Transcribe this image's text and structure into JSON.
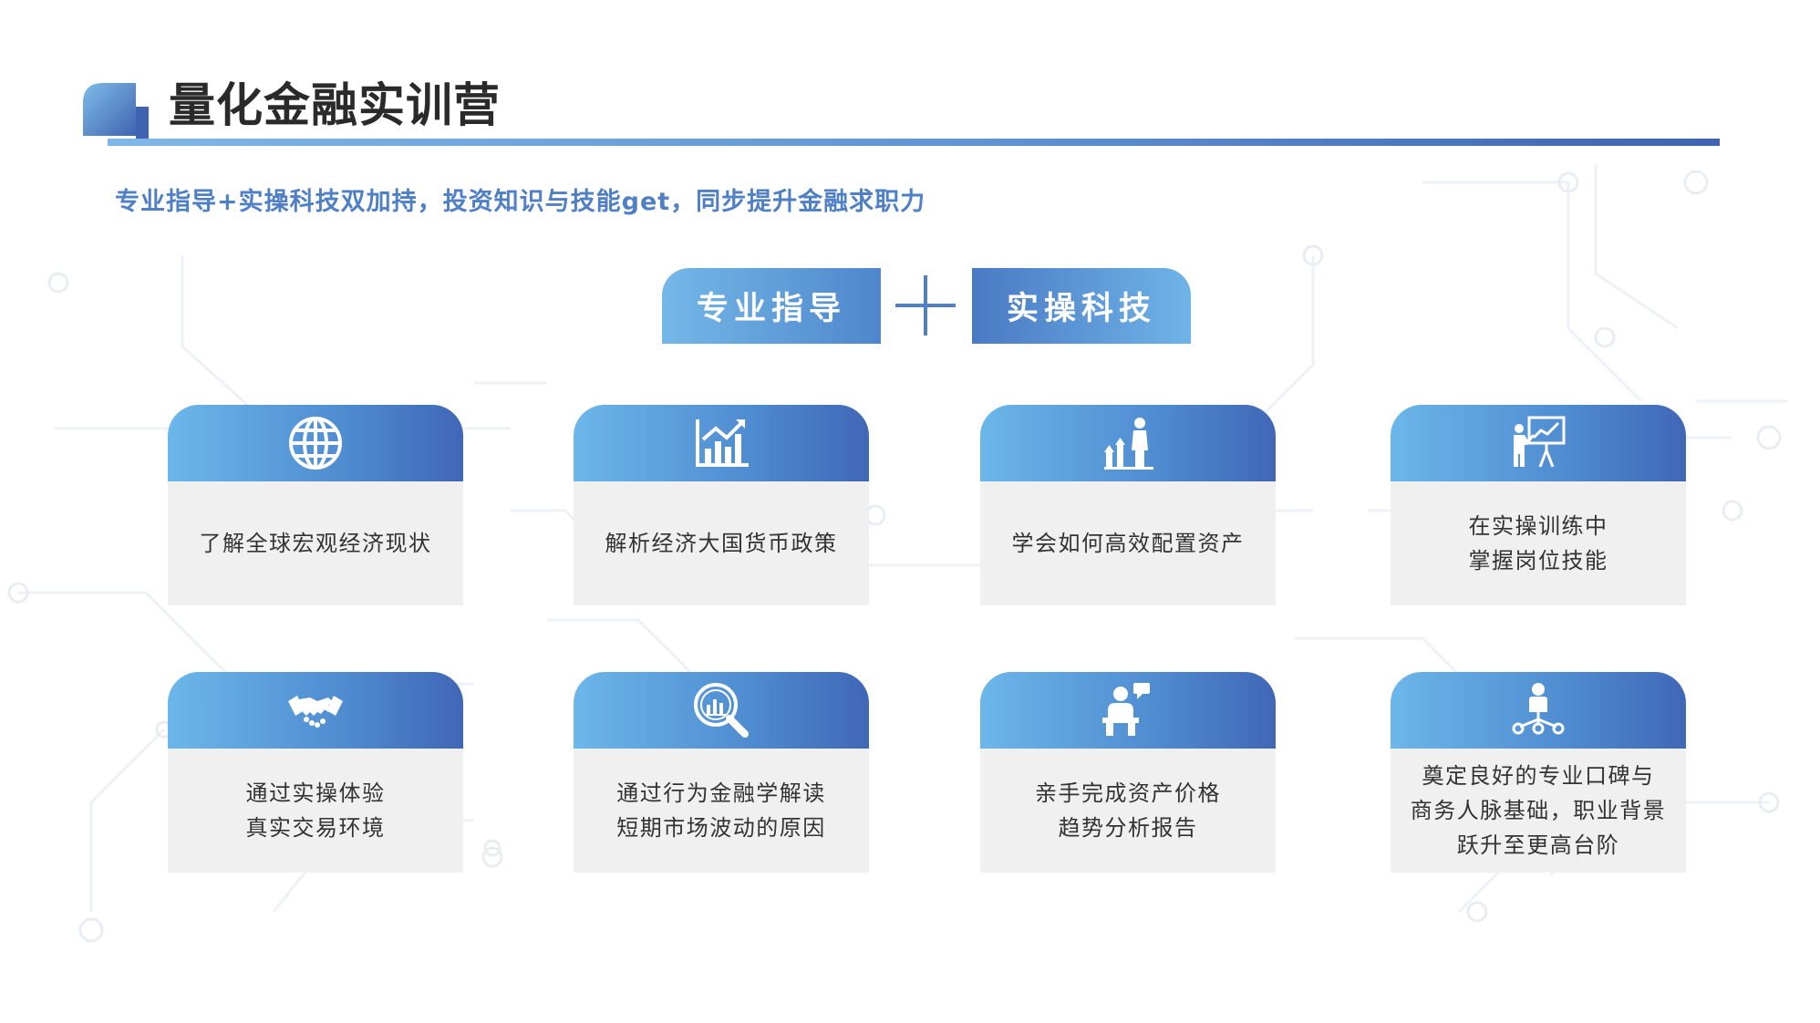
{
  "header": {
    "title": "量化金融实训营",
    "subtitle": "专业指导+实操科技双加持，投资知识与技能get，同步提升金融求职力"
  },
  "badges": {
    "left": "专业指导",
    "right": "实操科技"
  },
  "cards": [
    {
      "icon": "globe-icon",
      "lines": [
        "了解全球宏观经济现状"
      ]
    },
    {
      "icon": "bar-chart-trend-icon",
      "lines": [
        "解析经济大国货币政策"
      ]
    },
    {
      "icon": "person-growth-chart-icon",
      "lines": [
        "学会如何高效配置资产"
      ]
    },
    {
      "icon": "presenter-board-icon",
      "lines": [
        "在实操训练中",
        "掌握岗位技能"
      ]
    },
    {
      "icon": "handshake-icon",
      "lines": [
        "通过实操体验",
        "真实交易环境"
      ]
    },
    {
      "icon": "magnifier-chart-icon",
      "lines": [
        "通过行为金融学解读",
        "短期市场波动的原因"
      ]
    },
    {
      "icon": "meeting-icon",
      "lines": [
        "亲手完成资产价格",
        "趋势分析报告"
      ]
    },
    {
      "icon": "network-person-icon",
      "lines": [
        "奠定良好的专业口碑与",
        "商务人脉基础，职业背景",
        "跃升至更高台阶"
      ]
    }
  ],
  "colors": {
    "accent_blue": "#4f86cc",
    "light_blue": "#74b8e8",
    "dark_blue": "#3f63b0",
    "subtitle_blue": "#4f7fc5",
    "card_body": "#f0f0f0",
    "title_text": "#2a2a2a"
  }
}
